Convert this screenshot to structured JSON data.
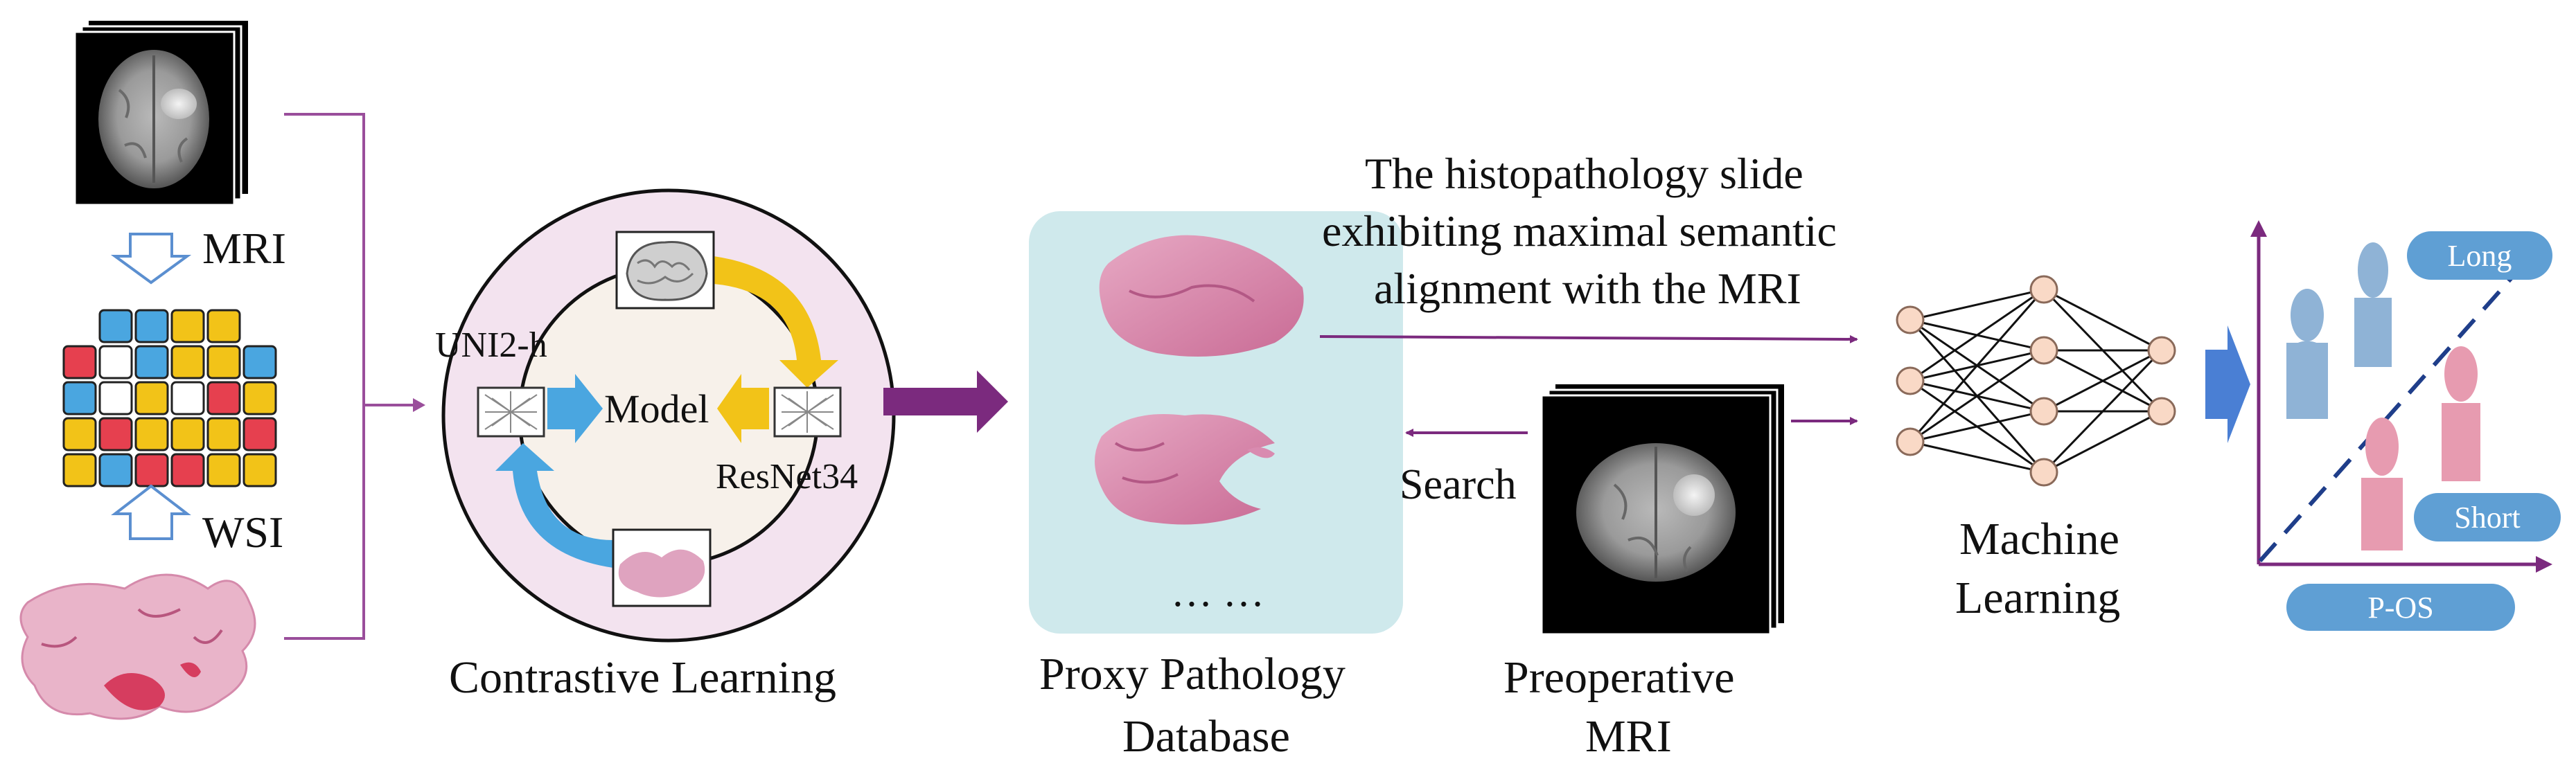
{
  "diagram": {
    "left_panel": {
      "mri_label": "MRI",
      "wsi_label": "WSI",
      "grid_colors": [
        [
          "",
          "blue",
          "blue",
          "yellow",
          "yellow",
          ""
        ],
        [
          "red",
          "white",
          "blue",
          "yellow",
          "yellow",
          "blue"
        ],
        [
          "blue",
          "white",
          "yellow",
          "white",
          "red",
          "yellow"
        ],
        [
          "yellow",
          "red",
          "yellow",
          "yellow",
          "yellow",
          "red"
        ],
        [
          "yellow",
          "blue",
          "red",
          "red",
          "yellow",
          "yellow"
        ]
      ]
    },
    "contrastive": {
      "model_label": "Model",
      "encoder_top_label": "UNI2-h",
      "encoder_right_label": "ResNet34",
      "caption": "Contrastive Learning"
    },
    "database": {
      "ellipsis": "… …",
      "caption_line1": "Proxy Pathology",
      "caption_line2": "Database"
    },
    "alignment_note": {
      "line1": "The histopathology slide",
      "line2": "exhibiting maximal semantic",
      "line3": "alignment with the MRI"
    },
    "search_label": "Search",
    "preop": {
      "caption_line1": "Preoperative",
      "caption_line2": "MRI"
    },
    "ml": {
      "caption_line1": "Machine",
      "caption_line2": "Learning",
      "layers": [
        3,
        4,
        2
      ]
    },
    "survival": {
      "long_label": "Long",
      "short_label": "Short",
      "axis_label": "P-OS"
    },
    "colors": {
      "purple": "#7b2a7e",
      "pink_ring": "#f3e3ef",
      "db_panel": "#cfe9ec",
      "yellow": "#f2c318",
      "blue": "#4aa6e0",
      "red": "#e6404f",
      "pill": "#5f9fd4",
      "person_blue": "#8fb3d6",
      "person_pink": "#e79bb0",
      "node": "#f9d9c6"
    }
  }
}
